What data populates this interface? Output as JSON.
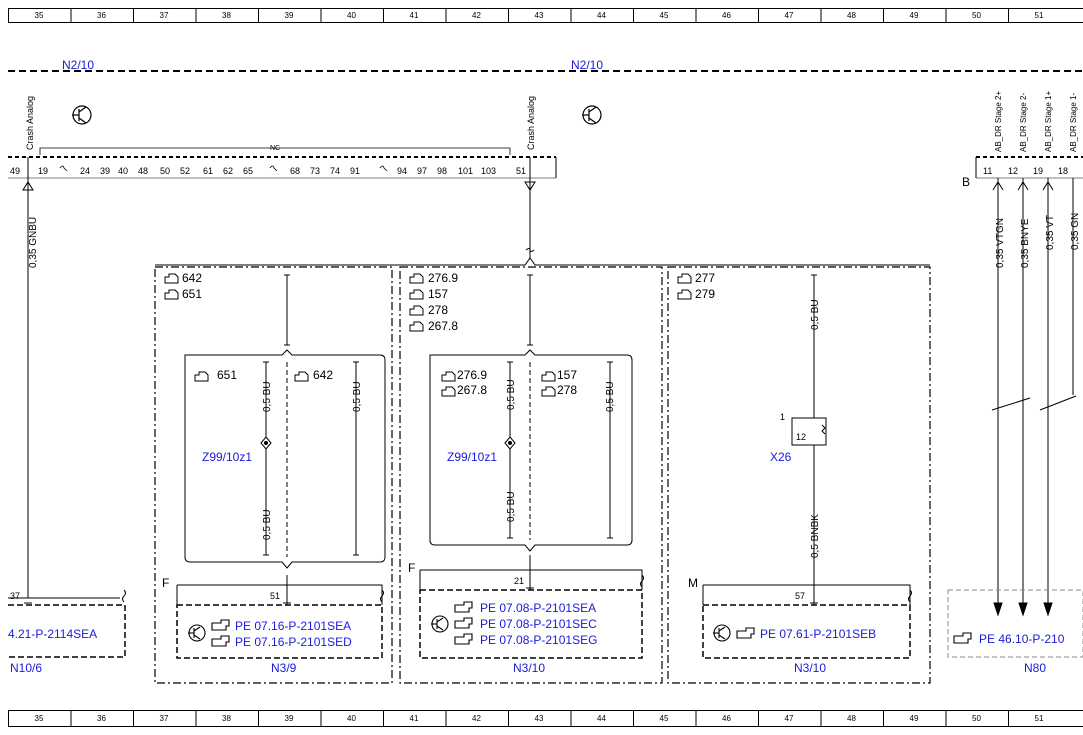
{
  "ruler": [
    "35",
    "36",
    "37",
    "38",
    "39",
    "40",
    "41",
    "42",
    "43",
    "44",
    "45",
    "46",
    "47",
    "48",
    "49",
    "50",
    "51"
  ],
  "modules": {
    "n2_left": "N2/10",
    "n2_right": "N2/10"
  },
  "pins": {
    "crash_analog_left": "Crash Analog",
    "crash_analog_right": "Crash Analog",
    "nc": "NC",
    "p49": "49",
    "p19": "19",
    "p51": "51",
    "row": [
      "24",
      "39",
      "40",
      "48",
      "50",
      "52",
      "61",
      "62",
      "65",
      "68",
      "73",
      "74",
      "91",
      "94",
      "97",
      "98",
      "101",
      "103"
    ],
    "b_label": "B",
    "b_pins": [
      "11",
      "12",
      "19",
      "18"
    ],
    "stage": [
      "AB_DR Stage 2+",
      "AB_DR Stage 2-",
      "AB_DR Stage 1+",
      "AB_DR Stage 1-"
    ]
  },
  "wires": {
    "gnbu": "0,35 GNBU",
    "vtgn": "0,35 VTGN",
    "bnye": "0,35 BNYE",
    "vt": "0,35 VT",
    "gn_partial": "0,35 GN",
    "bu": "0,5 BU",
    "bnbk": "0,5 BNBK"
  },
  "variants": {
    "v642": "642",
    "v651": "651",
    "v651p": "(",
    "v651s": ")",
    "v276": "276.9",
    "v157": "157",
    "v278": "278",
    "v2678": "267.8",
    "v277": "277",
    "v279": "279"
  },
  "splices": {
    "z1": "Z99/10z1",
    "z2": "Z99/10z1",
    "x26": "X26",
    "x26_pin1": "1",
    "x26_pin12": "12"
  },
  "connectors": {
    "c37": "37",
    "c51": "51",
    "c21": "21",
    "c57": "57",
    "f1": "F",
    "f2": "F",
    "m": "M"
  },
  "refs": {
    "n10": "4.21-P-2114SEA",
    "n39a": "PE 07.16-P-2101SEA",
    "n39b": "PE 07.16-P-2101SED",
    "n310a": "PE 07.08-P-2101SEA",
    "n310b": "PE 07.08-P-2101SEC",
    "n310c": "PE 07.08-P-2101SEG",
    "n310m": "PE 07.61-P-2101SEB",
    "n80": "PE 46.10-P-210"
  },
  "labels": {
    "n10_6": "N10/6",
    "n3_9": "N3/9",
    "n3_10a": "N3/10",
    "n3_10b": "N3/10",
    "n80": "N80"
  },
  "colors": {
    "link": "#1a1adb",
    "line": "#000000"
  }
}
